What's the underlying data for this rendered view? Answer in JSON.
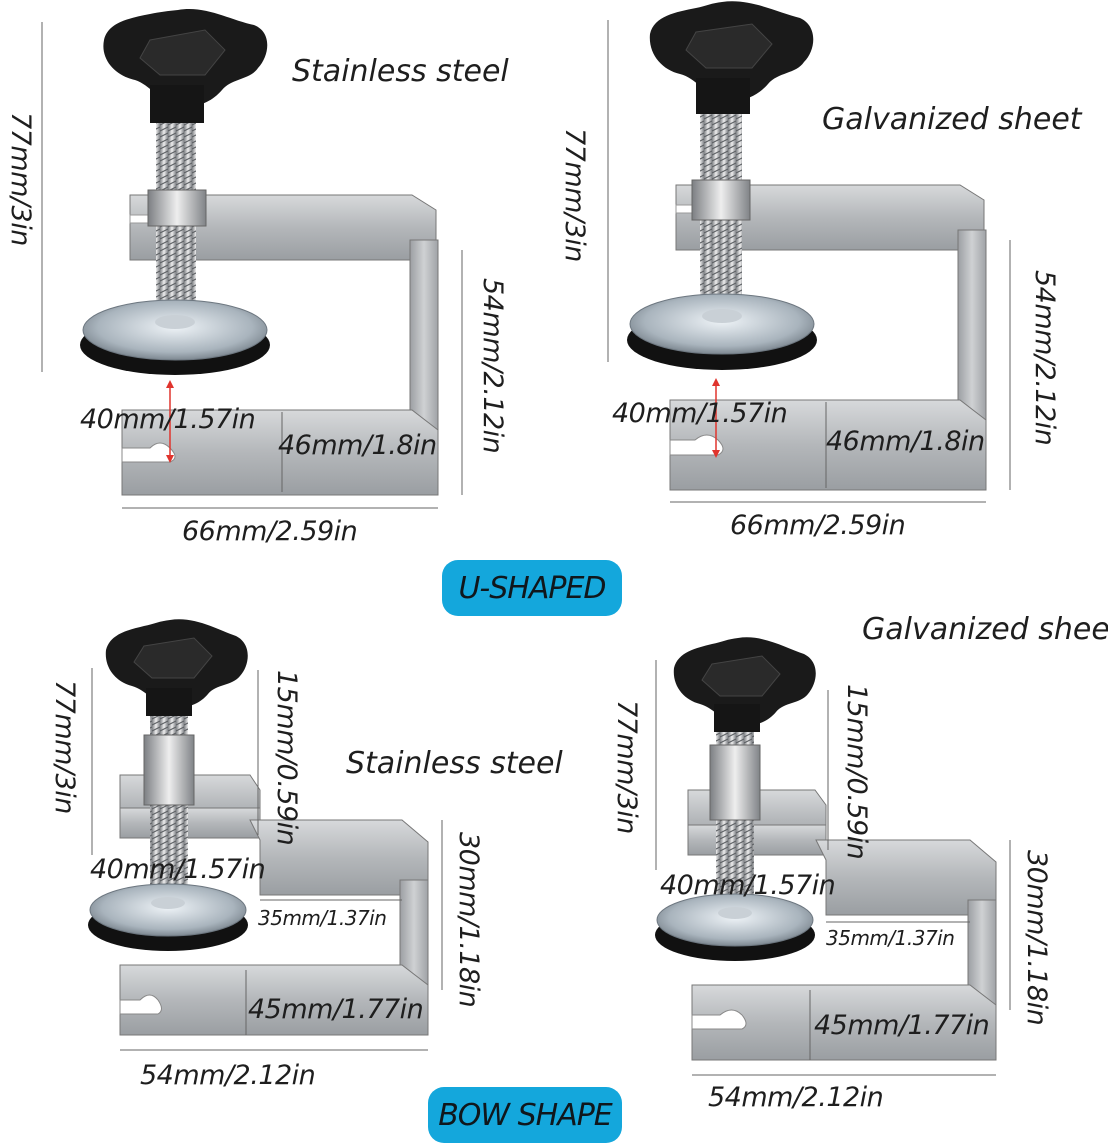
{
  "top_left": {
    "material": "Stainless steel",
    "height": "77mm/3in",
    "jaw_height": "54mm/2.12in",
    "opening": "40mm/1.57in",
    "depth": "46mm/1.8in",
    "width": "66mm/2.59in"
  },
  "top_right": {
    "material": "Galvanized sheet",
    "height": "77mm/3in",
    "jaw_height": "54mm/2.12in",
    "opening": "40mm/1.57in",
    "depth": "46mm/1.8in",
    "width": "66mm/2.59in"
  },
  "u_badge": "U-SHAPED",
  "bottom_left": {
    "material": "Stainless steel",
    "height": "77mm/3in",
    "step": "15mm/0.59in",
    "opening": "40mm/1.57in",
    "offset": "35mm/1.37in",
    "drop": "30mm/1.18in",
    "depth": "45mm/1.77in",
    "width": "54mm/2.12in"
  },
  "bottom_right": {
    "material": "Galvanized sheet",
    "height": "77mm/3in",
    "step": "15mm/0.59in",
    "opening": "40mm/1.57in",
    "offset": "35mm/1.37in",
    "drop": "30mm/1.18in",
    "depth": "45mm/1.77in",
    "width": "54mm/2.12in"
  },
  "bow_badge": "BOW SHAPE",
  "colors": {
    "badge": "#14a7dc",
    "steel": "#b9bcbf",
    "knob": "#1a1a1a",
    "arrow": "#e0342d"
  }
}
